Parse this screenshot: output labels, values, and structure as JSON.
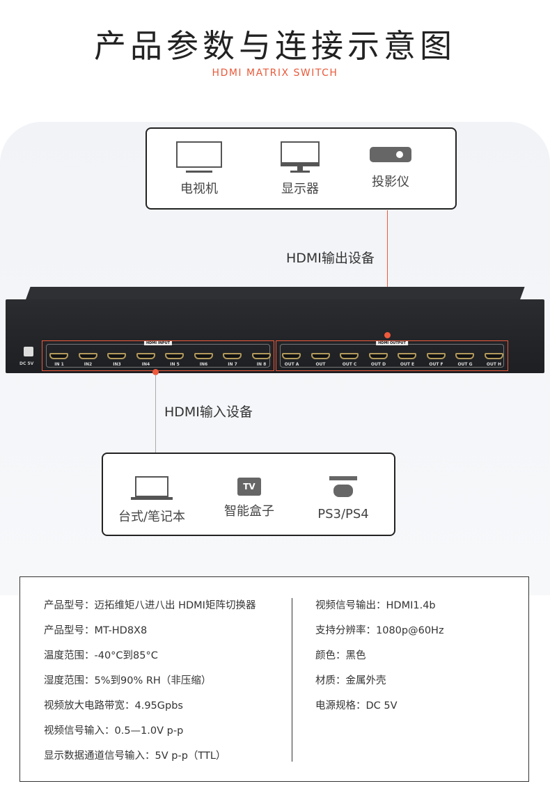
{
  "header": {
    "title": "产品参数与连接示意图",
    "subtitle": "HDMI MATRIX SWITCH"
  },
  "output_devices": {
    "items": [
      {
        "label": "电视机",
        "icon": "tv-icon"
      },
      {
        "label": "显示器",
        "icon": "monitor-icon"
      },
      {
        "label": "投影仪",
        "icon": "projector-icon"
      }
    ],
    "caption": "HDMI输出设备"
  },
  "input_devices": {
    "items": [
      {
        "label": "台式/笔记本",
        "icon": "laptop-icon"
      },
      {
        "label": "智能盒子",
        "icon": "tv-box-icon",
        "badge": "TV"
      },
      {
        "label": "PS3/PS4",
        "icon": "gamepad-icon"
      }
    ],
    "caption": "HDMI输入设备"
  },
  "device": {
    "power_label": "DC 5V",
    "input_group": "HDMI INPUT",
    "output_group": "HDMI OUTPUT",
    "inputs": [
      "IN 1",
      "IN2",
      "IN3",
      "IN4",
      "IN 5",
      "IN6",
      "IN 7",
      "IN 8"
    ],
    "outputs": [
      "OUT A",
      "OUT",
      "OUT C",
      "OUT D",
      "OUT E",
      "OUT F",
      "OUT G",
      "OUT H"
    ]
  },
  "specs": {
    "left": [
      "产品型号：迈拓维矩八进八出 HDMI矩阵切换器",
      "产品型号：MT-HD8X8",
      "温度范围：-40°C到85°C",
      "湿度范围：5%到90% RH（非压缩）",
      "视频放大电路带宽：4.95Gpbs",
      "视频信号输入：0.5—1.0V p-p",
      "显示数据通道信号输入：5V p-p（TTL）"
    ],
    "right": [
      "视频信号输出：HDMI1.4b",
      "支持分辨率：1080p@60Hz",
      "颜色：黑色",
      "材质：金属外壳",
      "电源规格：DC 5V"
    ]
  },
  "colors": {
    "accent": "#ef5a3c"
  }
}
